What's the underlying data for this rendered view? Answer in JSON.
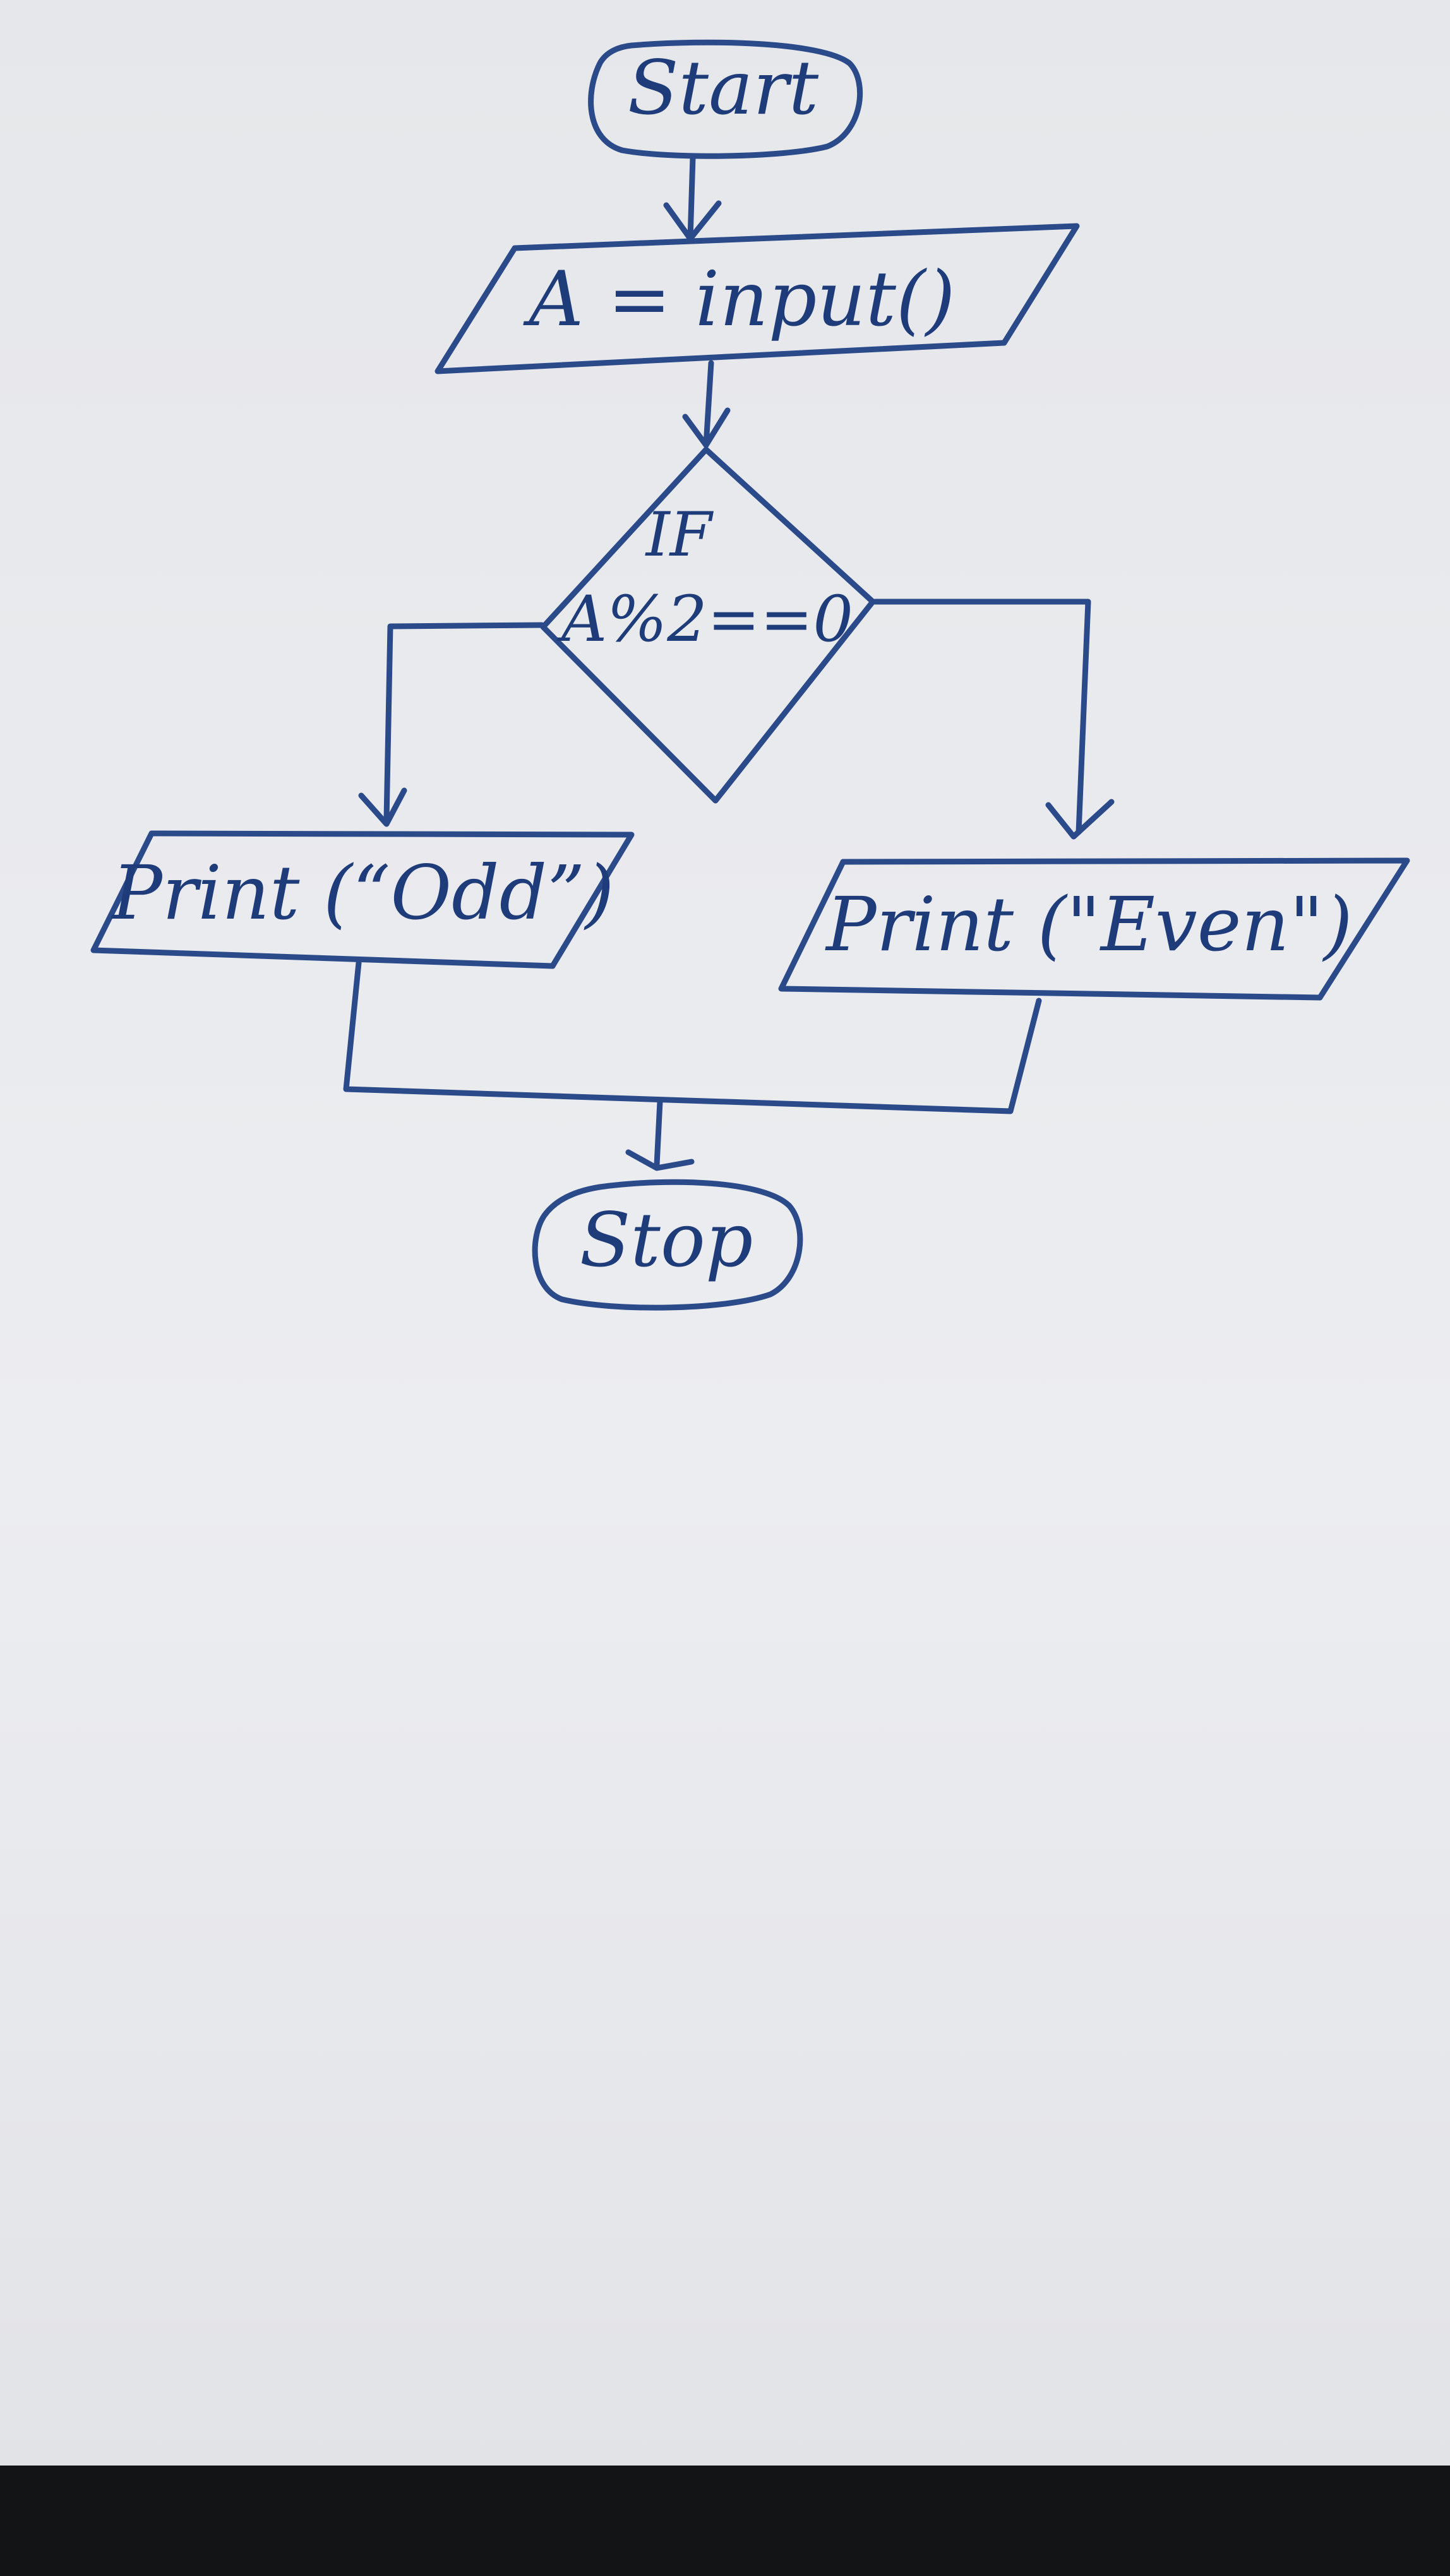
{
  "flowchart": {
    "nodes": {
      "start": "Start",
      "input": "A = input()",
      "decision_line1": "IF",
      "decision_line2": "A%2==0",
      "odd_output": "Print (“Odd”)",
      "even_output": "Print (\"Even\")",
      "stop": "Stop"
    }
  },
  "colors": {
    "paper": "#e9eaed",
    "ink": "#2b4a8a",
    "table_edge": "#131416"
  }
}
